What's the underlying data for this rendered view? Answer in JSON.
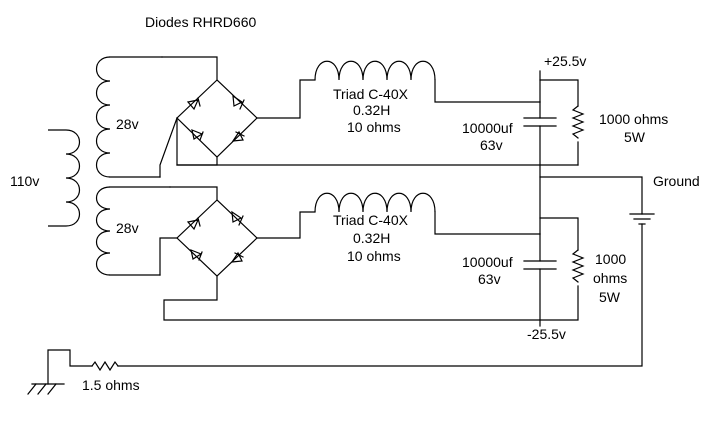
{
  "labels": {
    "title": "Diodes RHRD660",
    "primary_voltage": "110v",
    "secondary_top": "28v",
    "secondary_bottom": "28v",
    "choke_top": [
      "Triad C-40X",
      "0.32H",
      "10 ohms"
    ],
    "choke_bottom": [
      "Triad C-40X",
      "0.32H",
      "10 ohms"
    ],
    "cap_top": [
      "10000uf",
      "63v"
    ],
    "cap_bottom": [
      "10000uf",
      "63v"
    ],
    "res_top": [
      "1000 ohms",
      "5W"
    ],
    "res_bottom": [
      "1000",
      "ohms",
      "5W"
    ],
    "v_plus": "+25.5v",
    "v_minus": "-25.5v",
    "ground": "Ground",
    "ground_res": "1.5 ohms"
  },
  "colors": {
    "line": "#000000",
    "background": "#ffffff"
  }
}
